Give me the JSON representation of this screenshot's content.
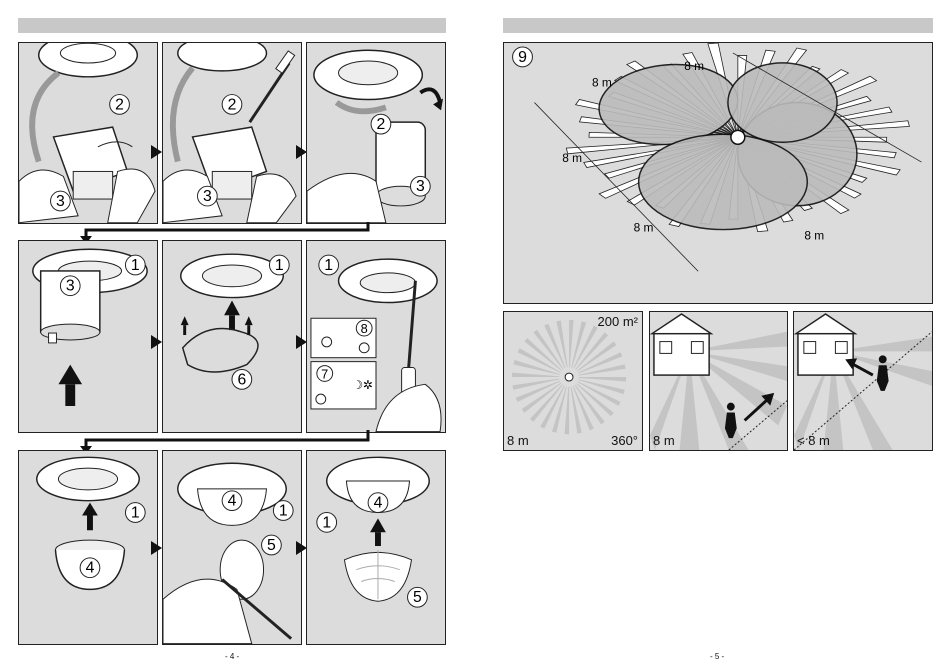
{
  "left_page": {
    "page_number": "- 4 -"
  },
  "right_page": {
    "page_number": "- 5 -"
  },
  "callouts": {
    "n1": "1",
    "n2": "2",
    "n3": "3",
    "n4": "4",
    "n5": "5",
    "n6": "6",
    "n7": "7",
    "n8": "8",
    "n9": "9"
  },
  "detection_diagram": {
    "dist_top": "8 m",
    "dist_upper_left": "8 m",
    "dist_left": "8 m",
    "dist_bottom_left": "8 m",
    "dist_bottom_right": "8 m"
  },
  "mini_panels": {
    "area": "200 m²",
    "range_a": "8 m",
    "angle": "360°",
    "range_b": "8 m",
    "range_c": "< 8 m"
  }
}
